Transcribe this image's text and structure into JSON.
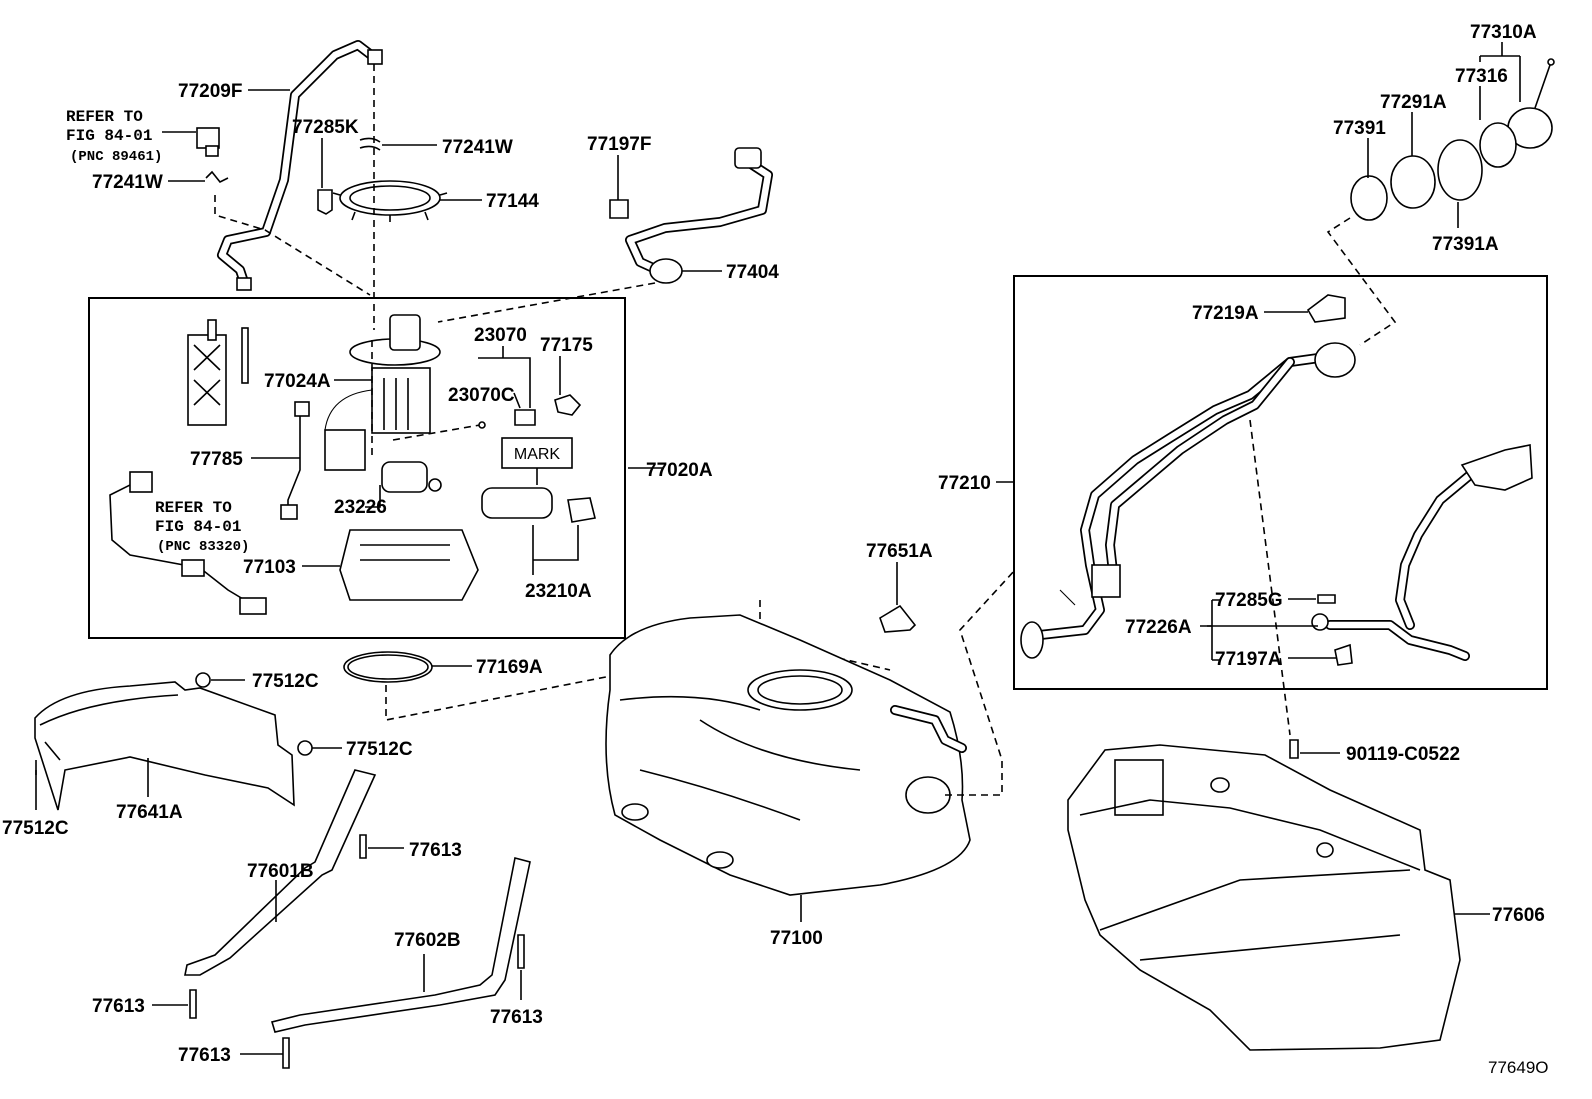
{
  "diagram_code": "77649O",
  "labels": {
    "p77209F": "77209F",
    "p77285K": "77285K",
    "p77241W_top": "77241W",
    "p77144": "77144",
    "p77197F": "77197F",
    "p77404": "77404",
    "p77241W_left": "77241W",
    "p23070": "23070",
    "p77175": "77175",
    "p77024A": "77024A",
    "p23070C": "23070C",
    "p77785": "77785",
    "p23226": "23226",
    "p77020A": "77020A",
    "p77103": "77103",
    "p23210A": "23210A",
    "p77169A": "77169A",
    "p77512C_a": "77512C",
    "p77512C_b": "77512C",
    "p77512C_c": "77512C",
    "p77641A": "77641A",
    "p77613_a": "77613",
    "p77601B": "77601B",
    "p77602B": "77602B",
    "p77613_b": "77613",
    "p77613_c": "77613",
    "p77613_d": "77613",
    "p77651A": "77651A",
    "p77100": "77100",
    "p77310A": "77310A",
    "p77316": "77316",
    "p77291A": "77291A",
    "p77391": "77391",
    "p77391A": "77391A",
    "p77219A": "77219A",
    "p77210": "77210",
    "p77285G": "77285G",
    "p77226A": "77226A",
    "p77197A": "77197A",
    "p90119": "90119-C0522",
    "p77606": "77606",
    "mark": "MARK"
  },
  "refs": {
    "ref1": {
      "line1": "REFER TO",
      "line2": "FIG 84-01",
      "line3": "(PNC 89461)"
    },
    "ref2": {
      "line1": "REFER TO",
      "line2": "FIG 84-01",
      "line3": "(PNC 83320)"
    }
  }
}
